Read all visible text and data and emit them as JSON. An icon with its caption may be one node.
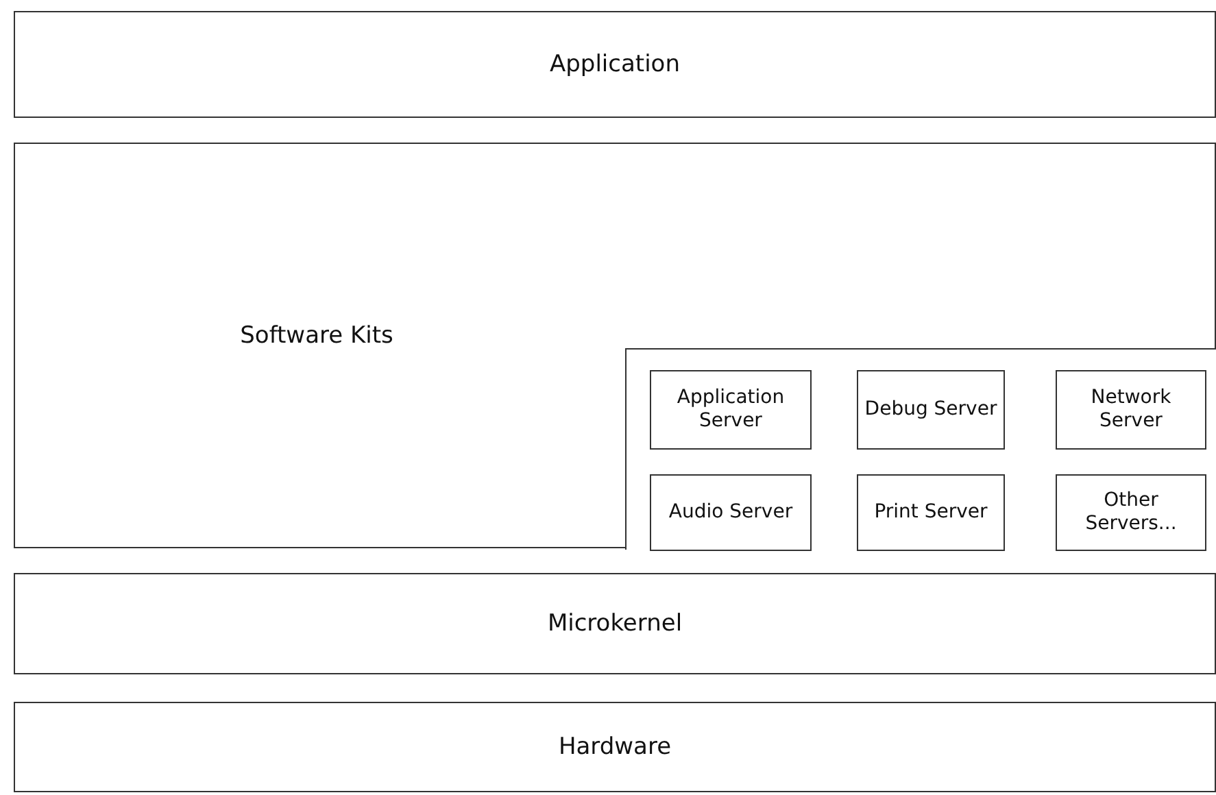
{
  "diagram": {
    "nodes": [
      {
        "text": [
          "Application"
        ]
      },
      {
        "text": [
          "Software Kits"
        ]
      },
      {
        "text": [],
        "shape": "box",
        "in": 1
      },
      {
        "text": [
          "Application Server"
        ],
        "in": 2
      },
      {
        "text": [
          "Debug Server"
        ],
        "in": 2
      },
      {
        "text": [
          "Network Server"
        ],
        "in": 2
      },
      {
        "text": [
          "Audio Server"
        ],
        "in": 2
      },
      {
        "text": [
          "Print Server"
        ],
        "in": 2
      },
      {
        "text": [
          "Other Servers..."
        ],
        "in": 2
      },
      {
        "text": [
          "Microkernel"
        ]
      },
      {
        "text": [
          "Hardware"
        ]
      }
    ]
  }
}
